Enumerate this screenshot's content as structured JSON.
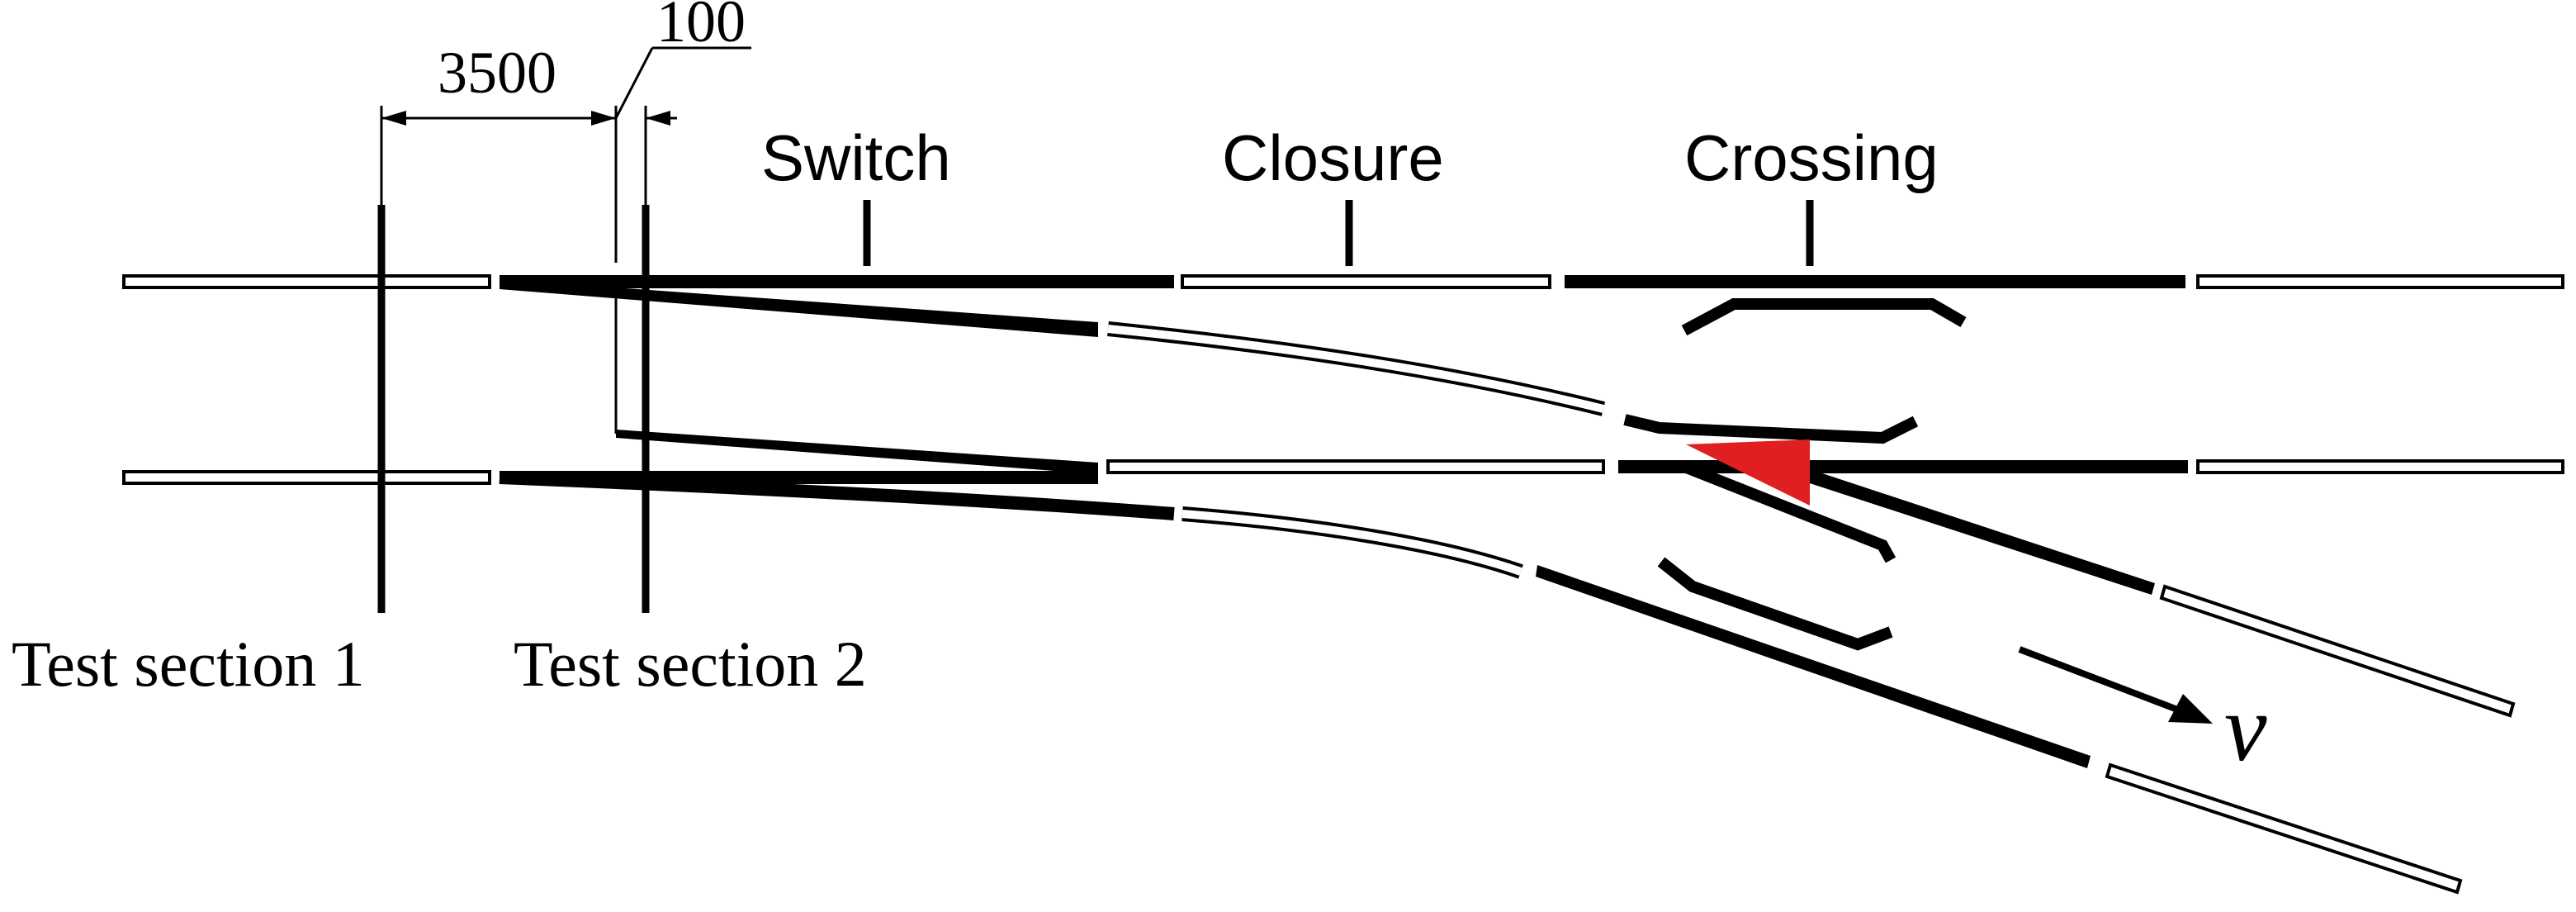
{
  "diagram": {
    "dimensions": {
      "section_spacing": "3500",
      "offset": "100"
    },
    "zones": {
      "switch": "Switch",
      "closure": "Closure",
      "crossing": "Crossing"
    },
    "test_sections": {
      "section1": "Test section 1",
      "section2": "Test section 2"
    },
    "velocity_label": "v",
    "colors": {
      "rail": "#000000",
      "nose_highlight": "#e02020",
      "background": "#ffffff"
    }
  }
}
